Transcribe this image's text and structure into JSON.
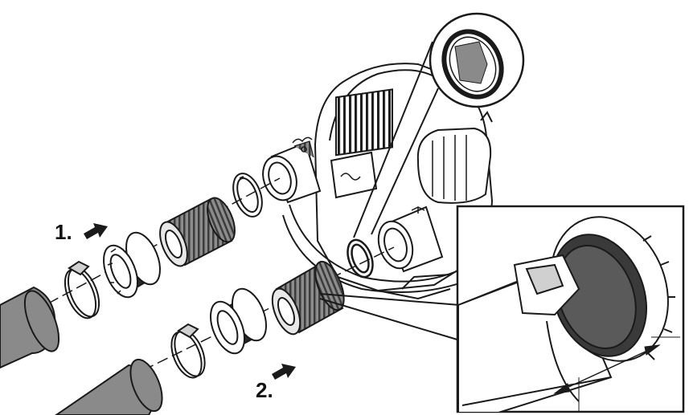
{
  "steps": [
    {
      "label": "1."
    },
    {
      "label": "2."
    }
  ],
  "icons": [
    "pump-housing",
    "hose-connector",
    "union-nut",
    "hose-clamp",
    "sealing-ring",
    "hose",
    "arrow",
    "magnifier-callout",
    "dimension-arrow"
  ],
  "colors": {
    "stroke": "#1a1a1a",
    "fill": "#ffffff",
    "hose": "#8a8a8a",
    "thread": "#6e6e6e",
    "dark": "#2a2a2a"
  }
}
